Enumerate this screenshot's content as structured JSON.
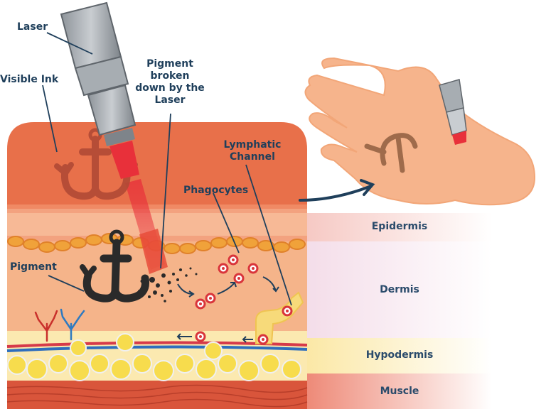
{
  "labels": {
    "laser": "Laser",
    "visible_ink": "Visible Ink",
    "pigment_broken_1": "Pigment",
    "pigment_broken_2": "broken",
    "pigment_broken_3": "down by the",
    "pigment_broken_4": "Laser",
    "lymphatic_1": "Lymphatic",
    "lymphatic_2": "Channel",
    "phagocytes": "Phagocytes",
    "pigment": "Pigment"
  },
  "layers": {
    "epidermis": "Epidermis",
    "dermis": "Dermis",
    "hypodermis": "Hypodermis",
    "muscle": "Muscle"
  },
  "colors": {
    "label_text": "#1f3f5b",
    "skin_top": "#e8704a",
    "skin_dermis": "#f5b48a",
    "laser_beam": "#e8303a",
    "fat": "#f5d84a",
    "muscle": "#d9553b",
    "pigment_ink": "#2a2a2a"
  }
}
